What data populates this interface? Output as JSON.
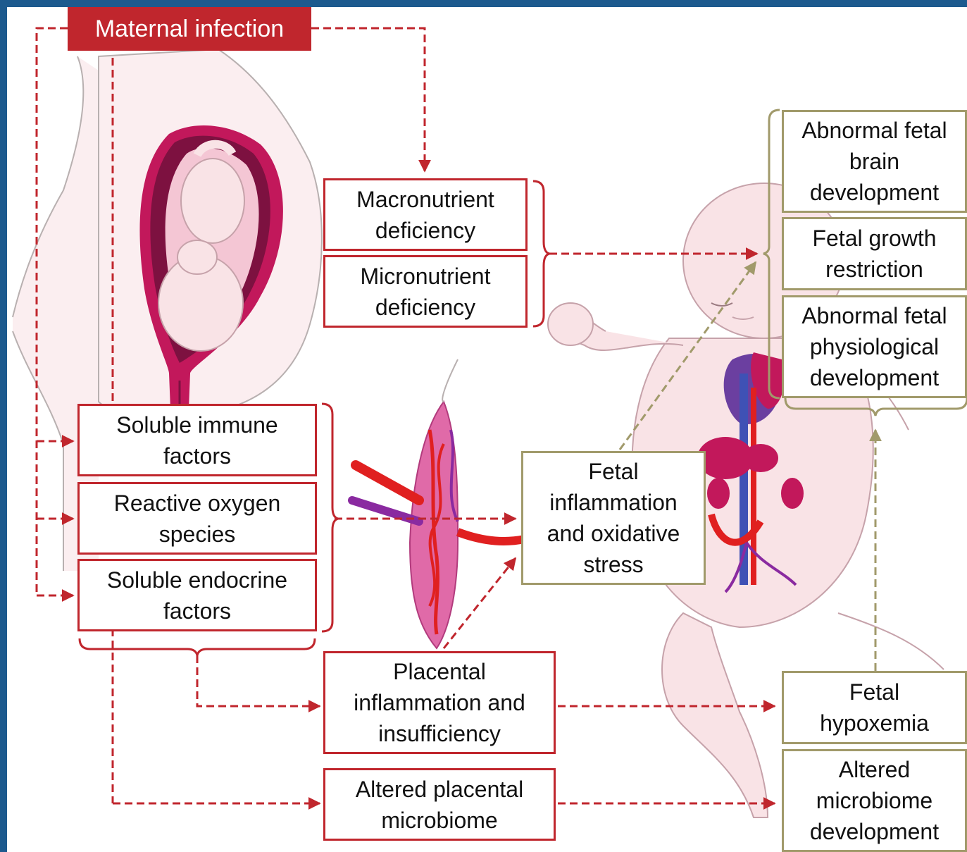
{
  "colors": {
    "frame": "#1d5a8e",
    "red_accent": "#c0262d",
    "olive_accent": "#a19a6b",
    "skin": "#f9e3e6",
    "uterus": "#c2185b"
  },
  "nodes": {
    "maternal_infection": "Maternal infection",
    "macronutrient": "Macronutrient\ndeficiency",
    "micronutrient": "Micronutrient\ndeficiency",
    "soluble_immune": "Soluble immune\nfactors",
    "reactive_oxygen": "Reactive oxygen\nspecies",
    "soluble_endocrine": "Soluble endocrine\nfactors",
    "placental_inflammation": "Placental\ninflammation and\ninsufficiency",
    "altered_placental_microbiome": "Altered placental\nmicrobiome",
    "fetal_inflammation": "Fetal\ninflammation\nand oxidative\nstress",
    "abnormal_brain": "Abnormal fetal\nbrain\ndevelopment",
    "growth_restriction": "Fetal growth\nrestriction",
    "abnormal_physiological": "Abnormal fetal\nphysiological\ndevelopment",
    "fetal_hypoxemia": "Fetal\nhypoxemia",
    "altered_microbiome_dev": "Altered\nmicrobiome\ndevelopment"
  }
}
